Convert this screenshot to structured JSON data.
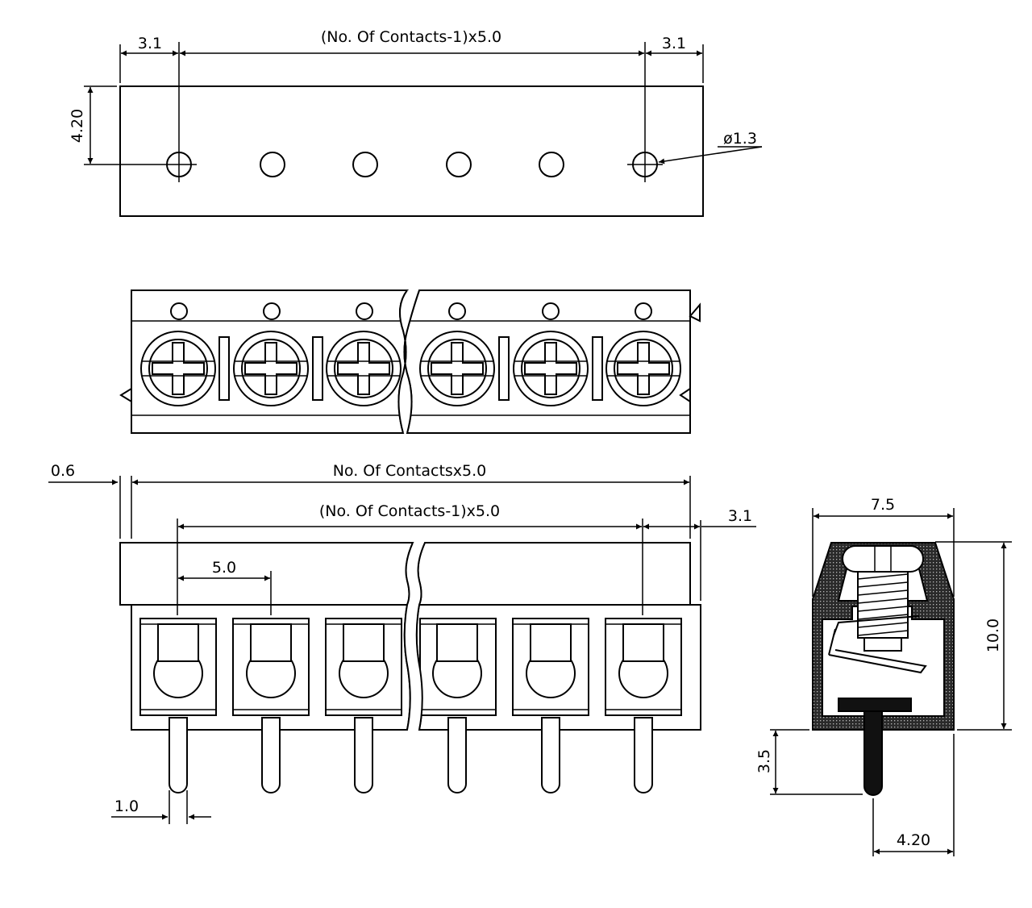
{
  "top_view": {
    "dim_left_offset": "3.1",
    "dim_pitch_span": "(No. Of Contacts-1)x5.0",
    "dim_right_offset": "3.1",
    "dim_row_height": "4.20",
    "dim_hole_diameter": "ø1.3"
  },
  "front_view": {
    "dim_flange": "0.6",
    "dim_total_length": "No. Of Contactsx5.0",
    "dim_pitch_span": "(No. Of Contacts-1)x5.0",
    "dim_right_offset": "3.1",
    "dim_pitch": "5.0",
    "dim_pin_width": "1.0"
  },
  "side_view": {
    "dim_width": "7.5",
    "dim_height": "10.0",
    "dim_pin_length": "3.5",
    "dim_pin_offset": "4.20"
  }
}
